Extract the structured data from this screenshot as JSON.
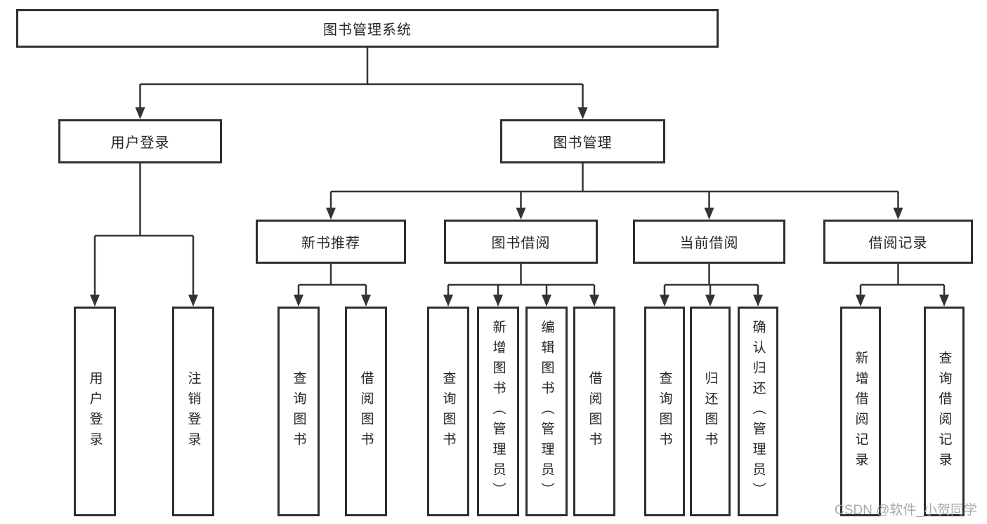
{
  "diagram": {
    "root": {
      "label": "图书管理系统"
    },
    "level1": {
      "user_login": {
        "label": "用户登录"
      },
      "book_mgmt": {
        "label": "图书管理"
      }
    },
    "level2": {
      "new_book_rec": {
        "label": "新书推荐"
      },
      "book_borrow": {
        "label": "图书借阅"
      },
      "current_borrow": {
        "label": "当前借阅"
      },
      "borrow_records": {
        "label": "借阅记录"
      }
    },
    "leaves": {
      "user_login": {
        "label": "用户登录"
      },
      "logout": {
        "label": "注销登录"
      },
      "rec_query_book": {
        "label": "查询图书"
      },
      "rec_borrow_book": {
        "label": "借阅图书"
      },
      "bor_query_book": {
        "label": "查询图书"
      },
      "bor_add_book": {
        "label": "新增图书（管理员）"
      },
      "bor_edit_book": {
        "label": "编辑图书（管理员）"
      },
      "bor_borrow_book": {
        "label": "借阅图书"
      },
      "cur_query_book": {
        "label": "查询图书"
      },
      "cur_return_book": {
        "label": "归还图书"
      },
      "cur_confirm_return": {
        "label": "确认归还（管理员）"
      },
      "rcd_add_record": {
        "label": "新增借阅记录"
      },
      "rcd_query_record": {
        "label": "查询借阅记录"
      }
    }
  },
  "watermark": {
    "text": "CSDN @软件_小贺同学"
  },
  "colors": {
    "line": "#333333",
    "border": "#2f2f2f",
    "text": "#262626",
    "background": "#ffffff",
    "watermark": "#9e9e9e"
  }
}
